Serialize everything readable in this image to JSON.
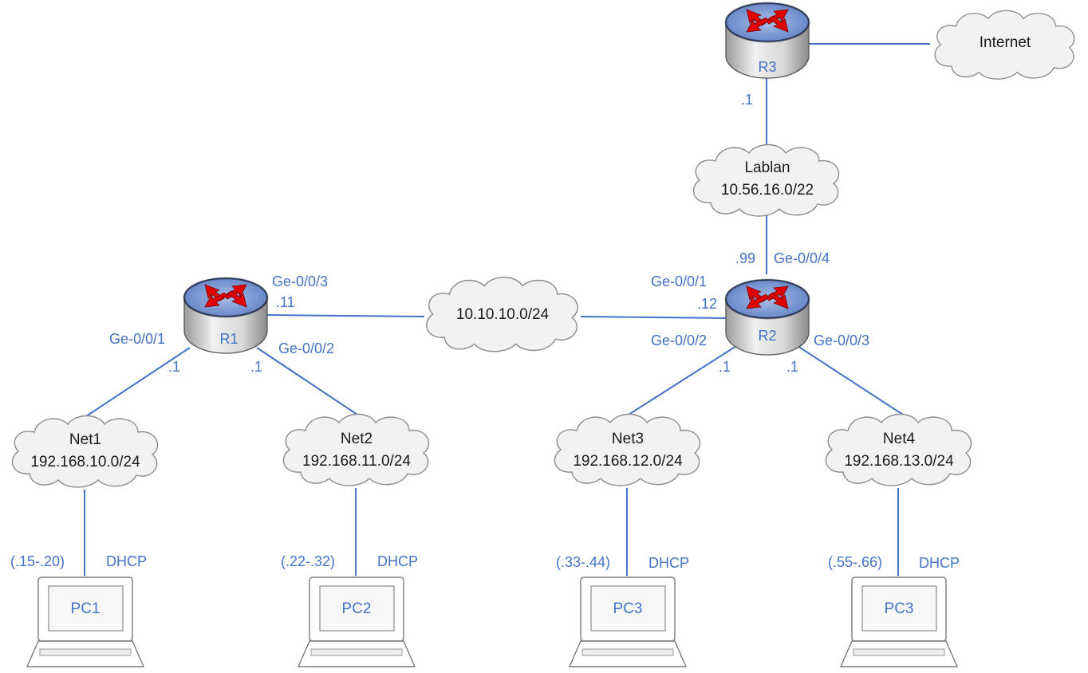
{
  "routers": {
    "r1": {
      "label": "R1"
    },
    "r2": {
      "label": "R2"
    },
    "r3": {
      "label": "R3"
    }
  },
  "clouds": {
    "internet": {
      "line1": "Internet",
      "line2": ""
    },
    "lablan": {
      "line1": "Lablan",
      "line2": "10.56.16.0/22"
    },
    "transit": {
      "line1": "10.10.10.0/24",
      "line2": ""
    },
    "net1": {
      "line1": "Net1",
      "line2": "192.168.10.0/24"
    },
    "net2": {
      "line1": "Net2",
      "line2": "192.168.11.0/24"
    },
    "net3": {
      "line1": "Net3",
      "line2": "192.168.12.0/24"
    },
    "net4": {
      "line1": "Net4",
      "line2": "192.168.13.0/24"
    }
  },
  "pcs": {
    "pc1": {
      "label": "PC1",
      "range": "(.15-.20)",
      "mode": "DHCP"
    },
    "pc2": {
      "label": "PC2",
      "range": "(.22-.32)",
      "mode": "DHCP"
    },
    "pc3a": {
      "label": "PC3",
      "range": "(.33-.44)",
      "mode": "DHCP"
    },
    "pc3b": {
      "label": "PC3",
      "range": "(.55-.66)",
      "mode": "DHCP"
    }
  },
  "interfaces": {
    "r3_lablan_ip": ".1",
    "r2_lablan_ip": ".99",
    "r2_lablan_if": "Ge-0/0/4",
    "r1_transit_if": "Ge-0/0/3",
    "r1_transit_ip": ".11",
    "r2_transit_if": "Ge-0/0/1",
    "r2_transit_ip": ".12",
    "r1_net1_if": "Ge-0/0/1",
    "r1_net1_ip": ".1",
    "r1_net2_if": "Ge-0/0/2",
    "r1_net2_ip": ".1",
    "r2_net3_if": "Ge-0/0/2",
    "r2_net3_ip": ".1",
    "r2_net4_if": "Ge-0/0/3",
    "r2_net4_ip": ".1"
  },
  "colors": {
    "link": "#4472c4",
    "router_top": "#7f9bd4",
    "router_body": "#cfcfcf",
    "arrow": "#e00000",
    "cloud_fill": "#f2f2f2"
  }
}
